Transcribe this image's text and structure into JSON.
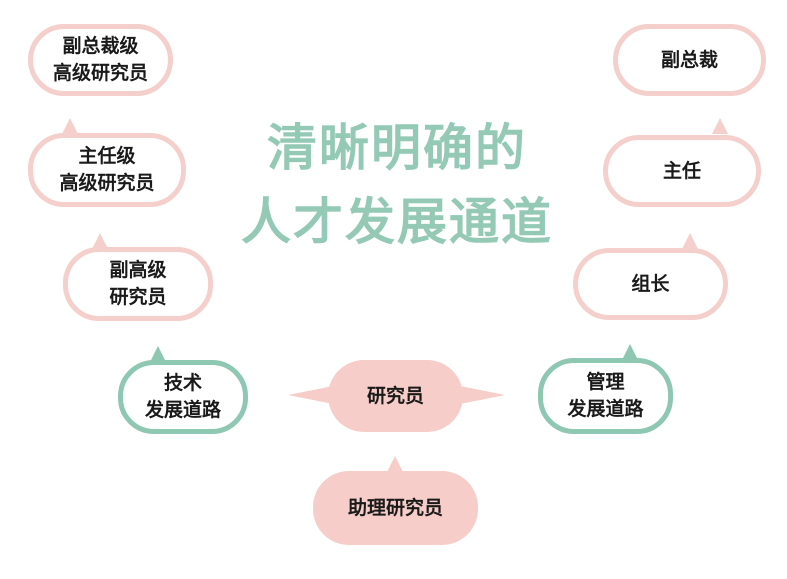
{
  "title": {
    "line1": "清晰明确的",
    "line2": "人才发展通道"
  },
  "technical_path": {
    "label": "技术\n发展道路",
    "levels": [
      "副高级\n研究员",
      "主任级\n高级研究员",
      "副总裁级\n高级研究员"
    ]
  },
  "management_path": {
    "label": "管理\n发展道路",
    "levels": [
      "组长",
      "主任",
      "副总裁"
    ]
  },
  "center": {
    "researcher": "研究员",
    "assistant": "助理研究员"
  },
  "colors": {
    "pink": "#f4cfcb",
    "green": "#8ec7b2",
    "fill": "#f6cdc8",
    "title": "#93c9b5"
  }
}
